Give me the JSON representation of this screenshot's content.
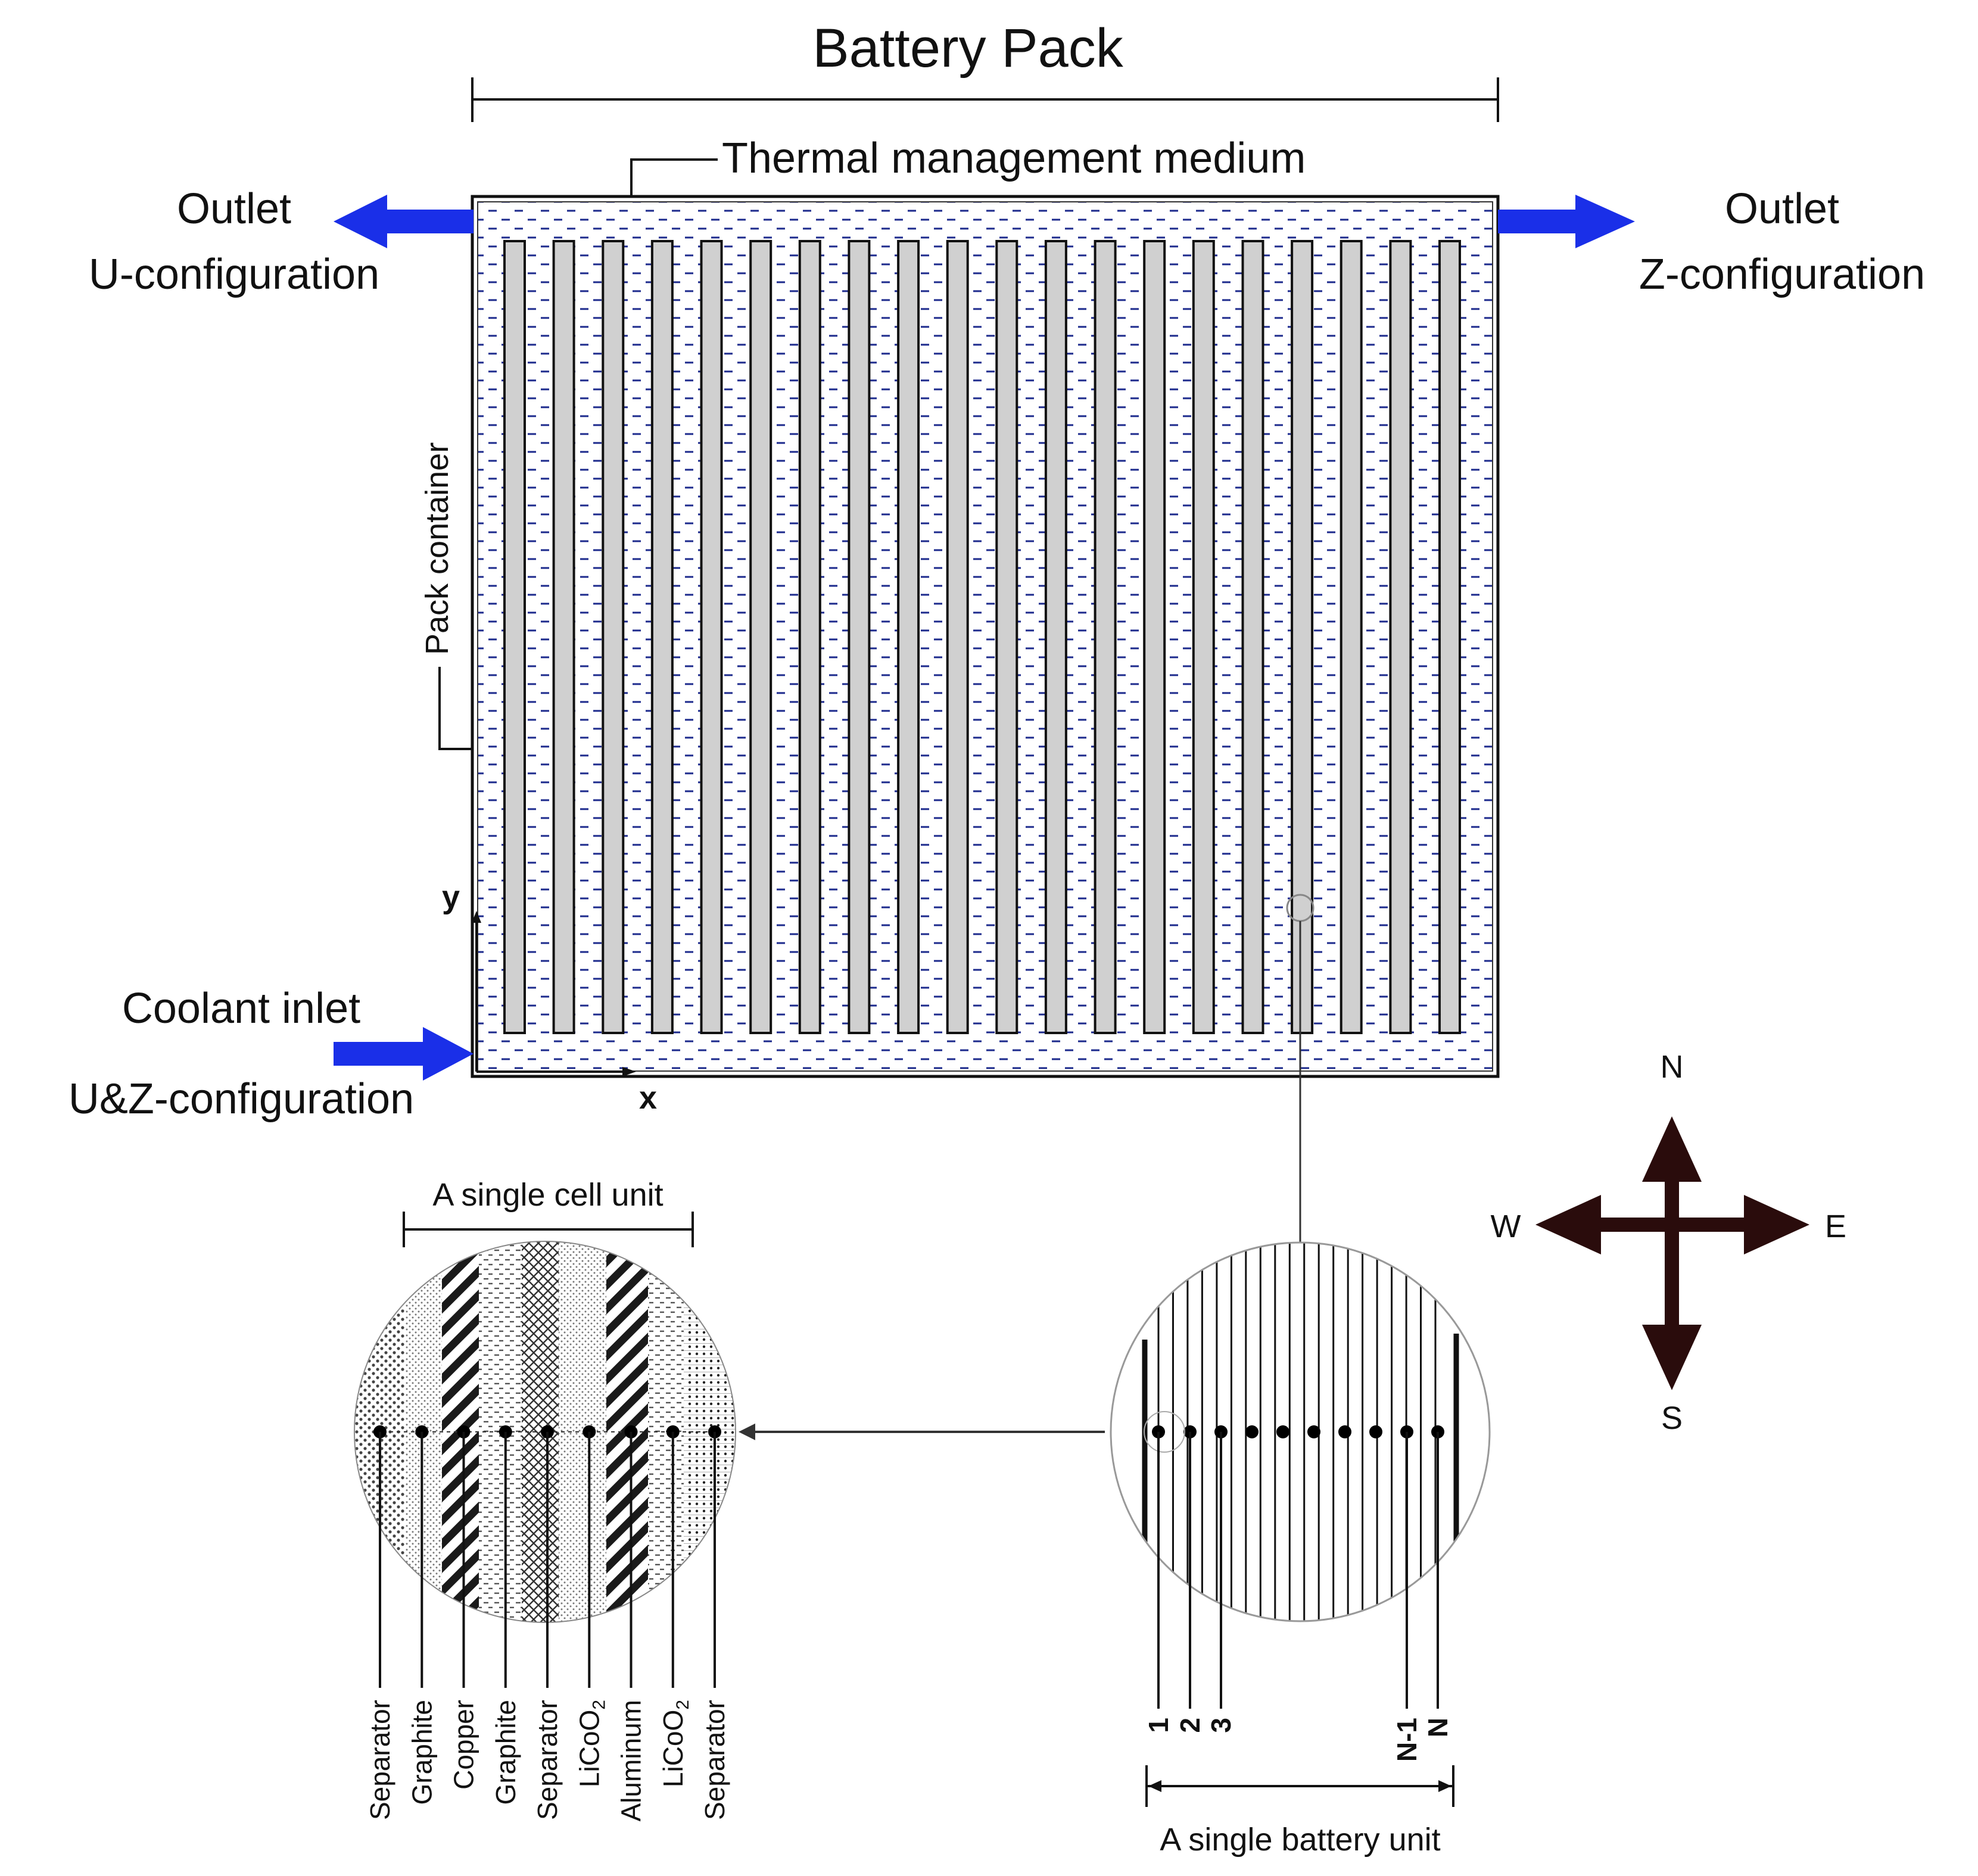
{
  "pack": {
    "title": "Battery Pack",
    "medium_label": "Thermal management medium",
    "container_label": "Pack container",
    "battery_count": 20
  },
  "flow": {
    "outlet_u": {
      "line1": "Outlet",
      "line2": "U-configuration"
    },
    "outlet_z": {
      "line1": "Outlet",
      "line2": "Z-configuration"
    },
    "inlet": {
      "line1": "Coolant inlet",
      "line2": "U&Z-configuration"
    }
  },
  "axes": {
    "x": "x",
    "y": "y"
  },
  "compass": {
    "n": "N",
    "s": "S",
    "e": "E",
    "w": "W"
  },
  "cell_unit": {
    "title": "A single cell unit",
    "layers": [
      {
        "name": "Separator"
      },
      {
        "name": "Graphite"
      },
      {
        "name": "Copper"
      },
      {
        "name": "Graphite"
      },
      {
        "name": "Separator"
      },
      {
        "name": "LiCoO",
        "sub": "2"
      },
      {
        "name": "Aluminum"
      },
      {
        "name": "LiCoO",
        "sub": "2"
      },
      {
        "name": "Separator"
      }
    ]
  },
  "battery_unit": {
    "title": "A single battery unit",
    "markers": [
      "1",
      "2",
      "3",
      "N-1",
      "N"
    ]
  },
  "colors": {
    "arrow": "#1a2fe8",
    "medium_dash": "#1c2a8c",
    "battery_fill": "#d0d0d0",
    "compass": "#2a0c0c"
  }
}
